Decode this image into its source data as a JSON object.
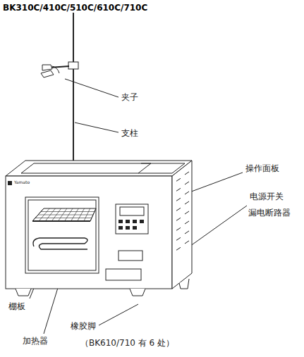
{
  "diagram": {
    "title": "BK310C/410C/510C/610C/710C",
    "labels": [
      "夹子",
      "支柱",
      "操作面板",
      "电源开关",
      "漏电断路器",
      "棚板",
      "加热器",
      "橡胶脚",
      "（BK610/710 有 6 处）",
      "Yamato"
    ]
  }
}
